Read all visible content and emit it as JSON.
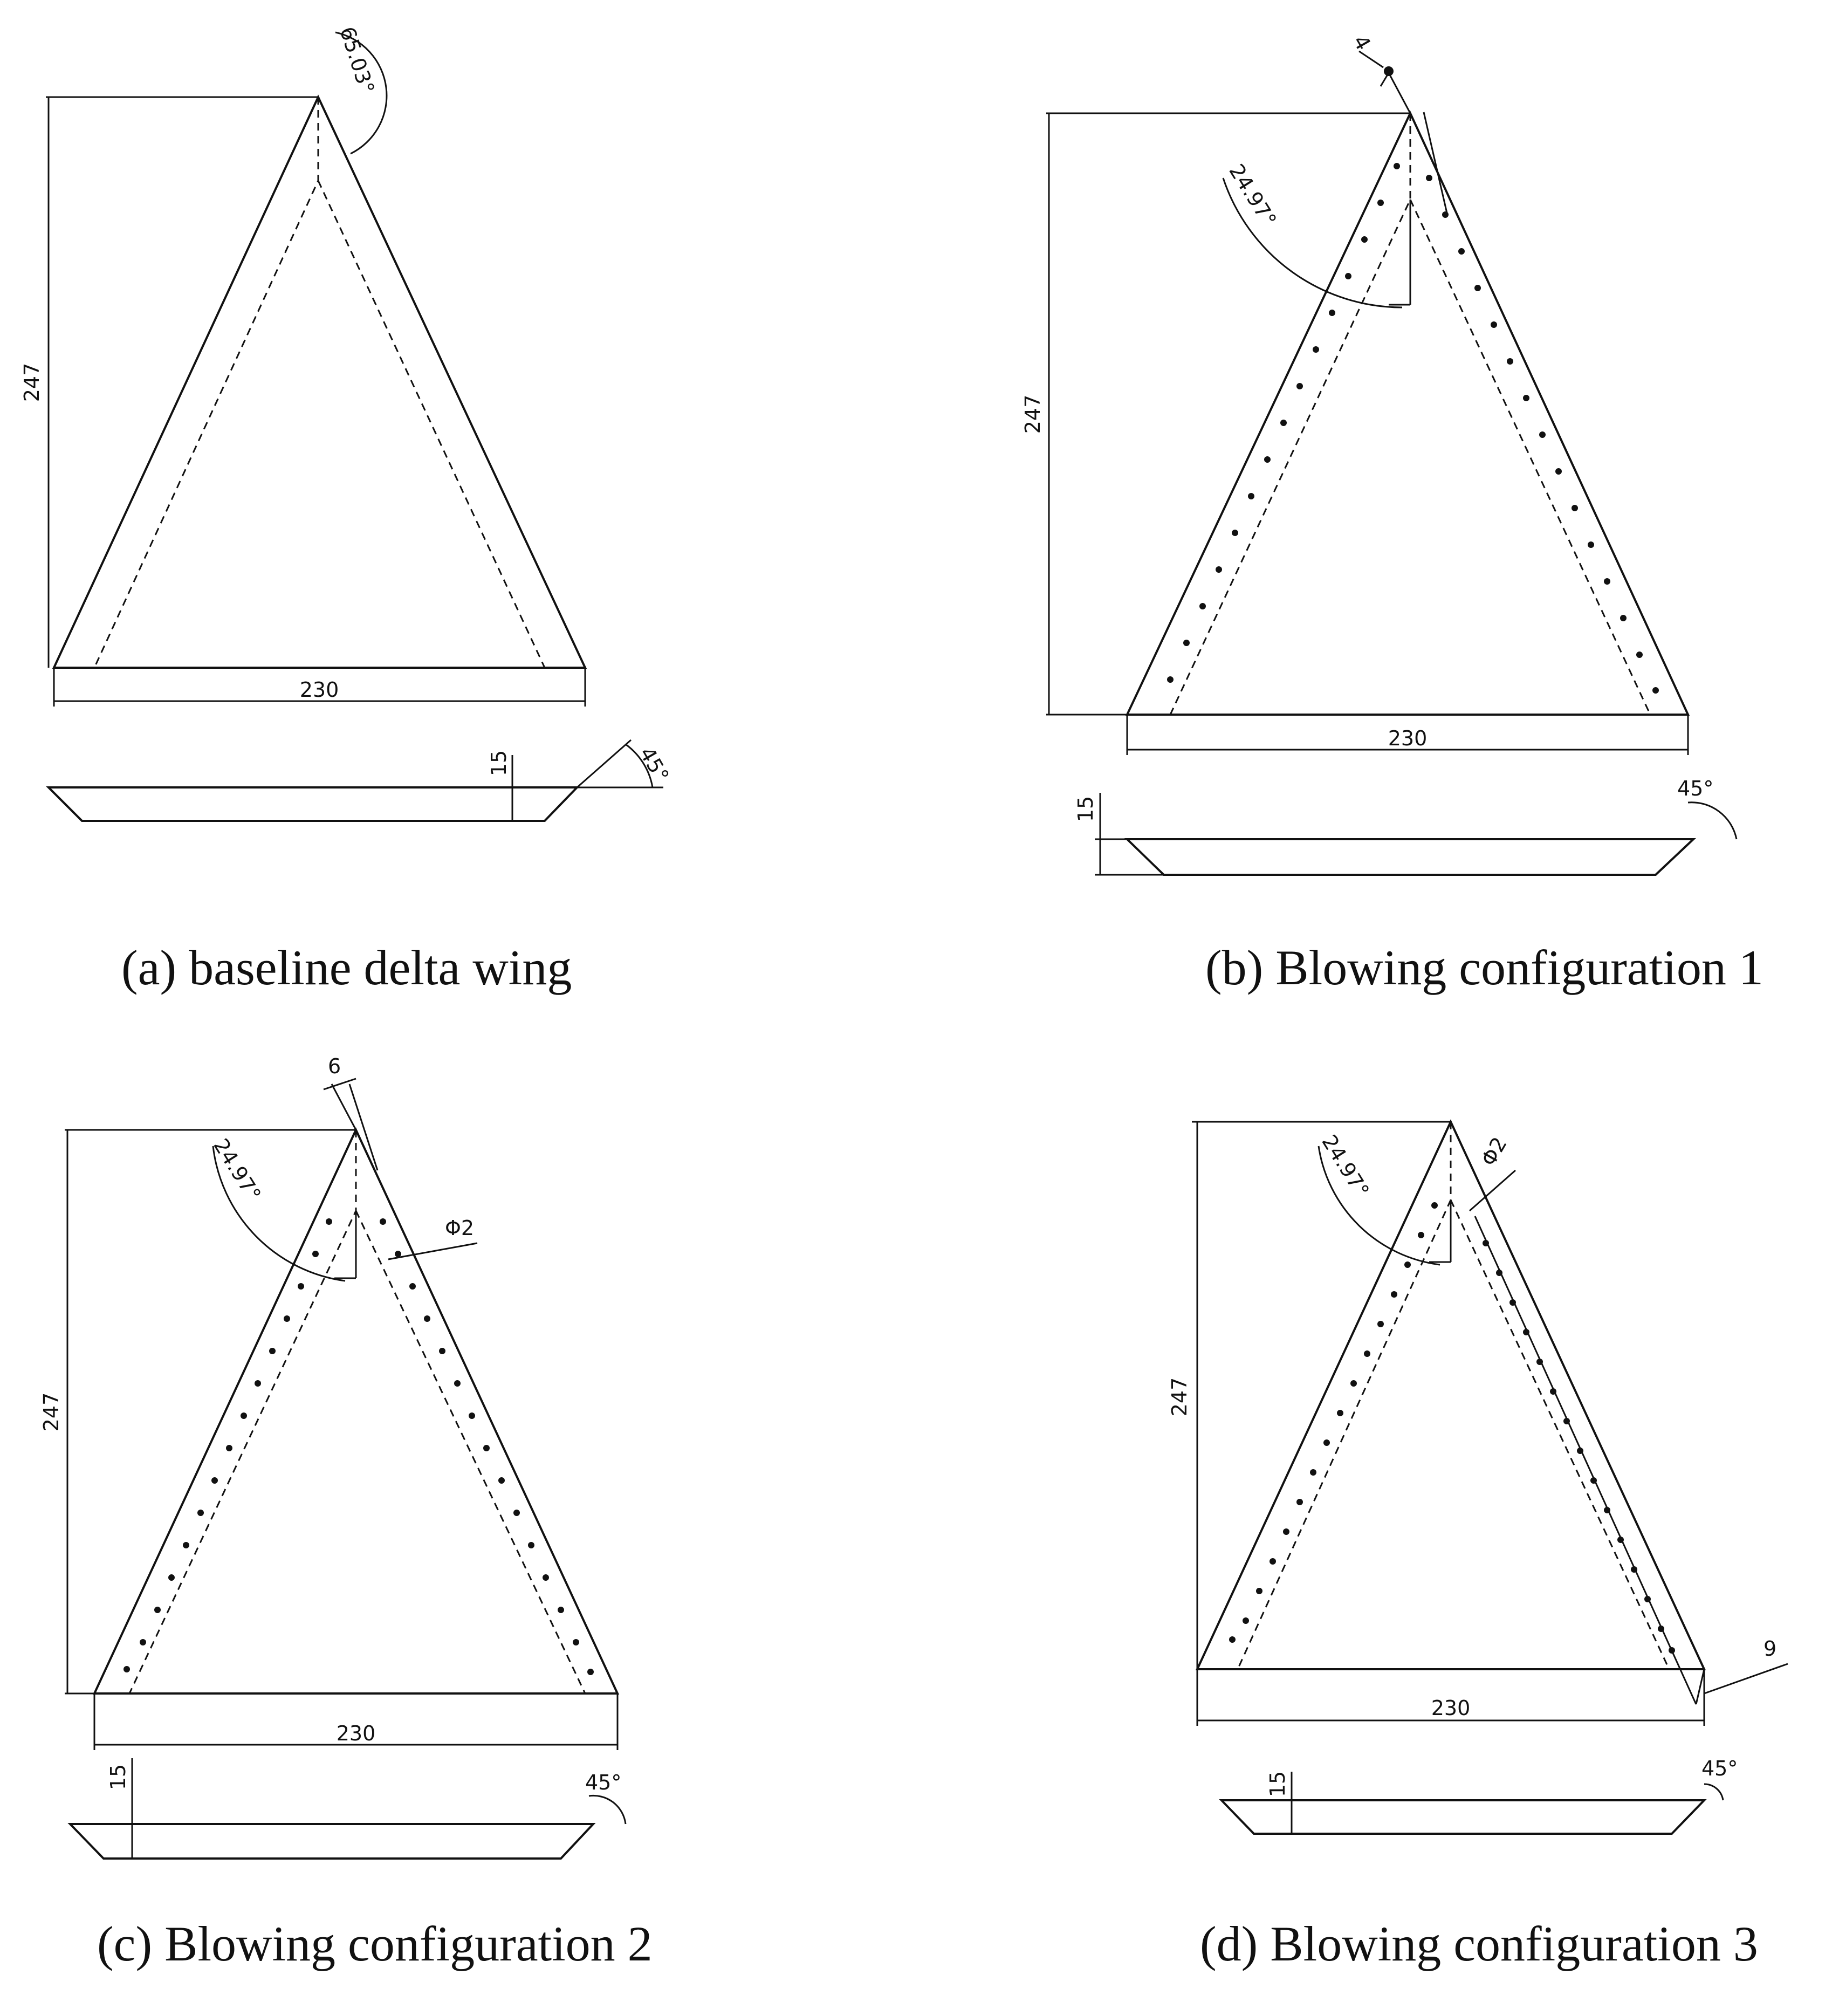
{
  "panels": [
    {
      "caption": "(a) baseline delta wing",
      "labels": {
        "height": "247",
        "base": "230",
        "thickness": "15",
        "apex_angle": "65.03°",
        "bevel_angle": "45°"
      }
    },
    {
      "caption": "(b) Blowing configuration 1",
      "labels": {
        "height": "247",
        "base": "230",
        "thickness": "15",
        "slot_angle": "24.97°",
        "bevel_angle": "45°",
        "offset": "4"
      }
    },
    {
      "caption": "(c) Blowing configuration 2",
      "labels": {
        "height": "247",
        "base": "230",
        "thickness": "15",
        "slot_angle": "24.97°",
        "bevel_angle": "45°",
        "offset": "6",
        "hole_diameter": "Φ2"
      }
    },
    {
      "caption": "(d) Blowing configuration 3",
      "labels": {
        "height": "247",
        "base": "230",
        "thickness": "15",
        "slot_angle": "24.97°",
        "bevel_angle": "45°",
        "offset": "9",
        "hole_diameter": "Φ2"
      }
    }
  ]
}
